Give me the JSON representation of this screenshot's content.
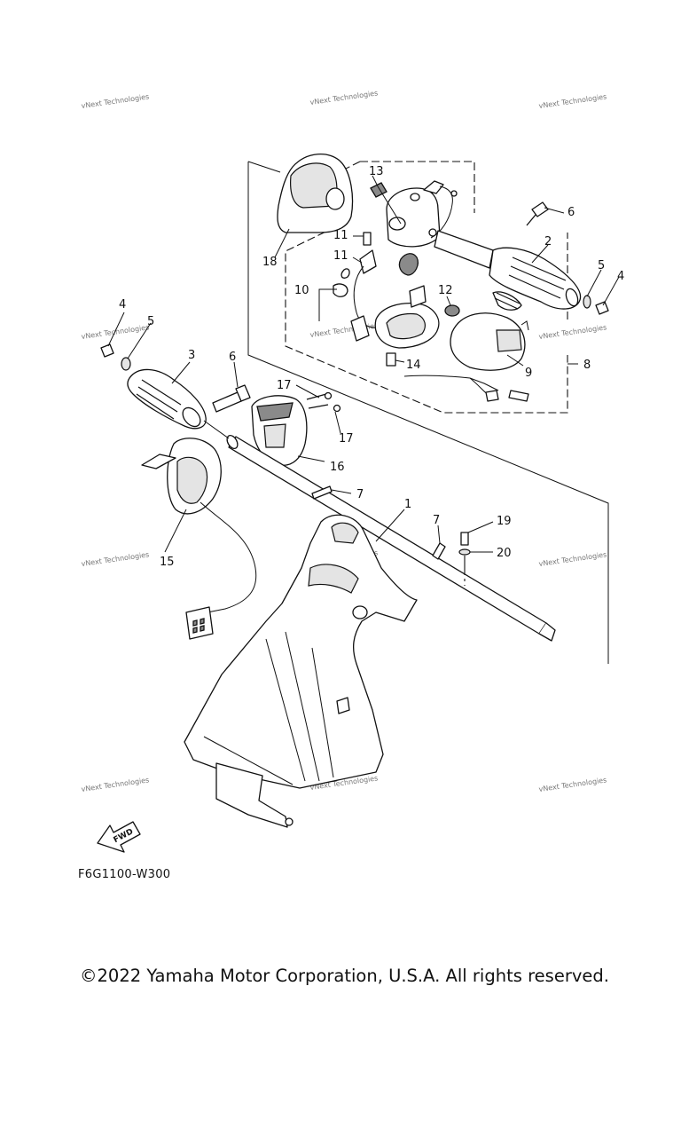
{
  "diagram": {
    "callouts": [
      "1",
      "2",
      "3",
      "4",
      "5",
      "6",
      "7",
      "8",
      "9",
      "10",
      "11",
      "12",
      "13",
      "14",
      "15",
      "16",
      "17",
      "18",
      "19",
      "20"
    ],
    "watermark_text": "vNext Technologies",
    "fwd_label": "FWD",
    "part_number": "F6G1100-W300"
  },
  "footer": {
    "copyright": "©2022 Yamaha Motor Corporation, U.S.A. All rights reserved."
  }
}
